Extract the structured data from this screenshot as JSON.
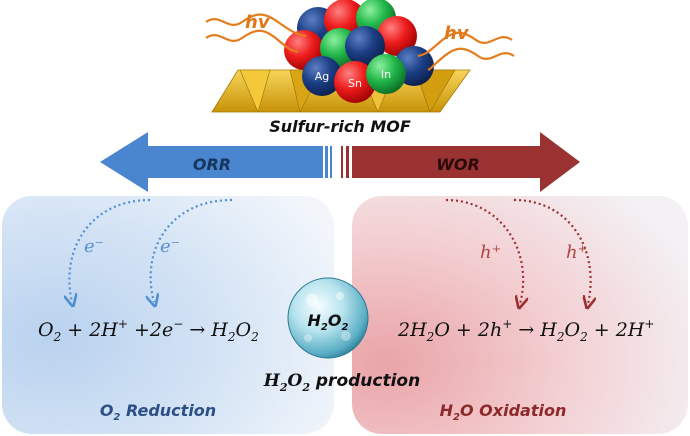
{
  "catalyst": {
    "title": "Sulfur-rich MOF",
    "light_left": "hv",
    "light_right": "hv",
    "atoms": {
      "ag": "Ag",
      "sn": "Sn",
      "in": "In"
    }
  },
  "pathways": {
    "left_arrow": "ORR",
    "right_arrow": "WOR"
  },
  "reduction": {
    "carrier_1": "e⁻",
    "carrier_2": "e⁻",
    "equation": {
      "p1": "O",
      "s1": "2",
      "p2": " + 2H",
      "u1": "+",
      "p3": " +2e",
      "u2": "−",
      "p4": " →  H",
      "s2": "2",
      "p5": "O",
      "s3": "2"
    },
    "label": {
      "sub": "2",
      "text": " Reduction",
      "pre": "O"
    }
  },
  "oxidation": {
    "carrier_1": "h⁺",
    "carrier_2": "h⁺",
    "equation": {
      "p1": "2H",
      "s1": "2",
      "p2": "O + 2h",
      "u1": "+",
      "p3": " →  H",
      "s2": "2",
      "p4": "O",
      "s3": "2",
      "p5": " + 2H",
      "u2": "+"
    },
    "label": {
      "pre": "H",
      "sub": "2",
      "text": "O Oxidation"
    }
  },
  "product": {
    "sphere_label": {
      "pre": "H",
      "sub1": "2",
      "mid": "O",
      "sub2": "2"
    },
    "caption": {
      "p1": "H",
      "s1": "2",
      "p2": "O",
      "s2": "2",
      "p3": " production"
    }
  },
  "colors": {
    "reduction_blue": "#4f8fd3",
    "oxidation_red": "#9e3030",
    "orr_arrow": "#4a86cf",
    "wor_arrow": "#9b3232",
    "platform_gold": "#e7b512"
  }
}
